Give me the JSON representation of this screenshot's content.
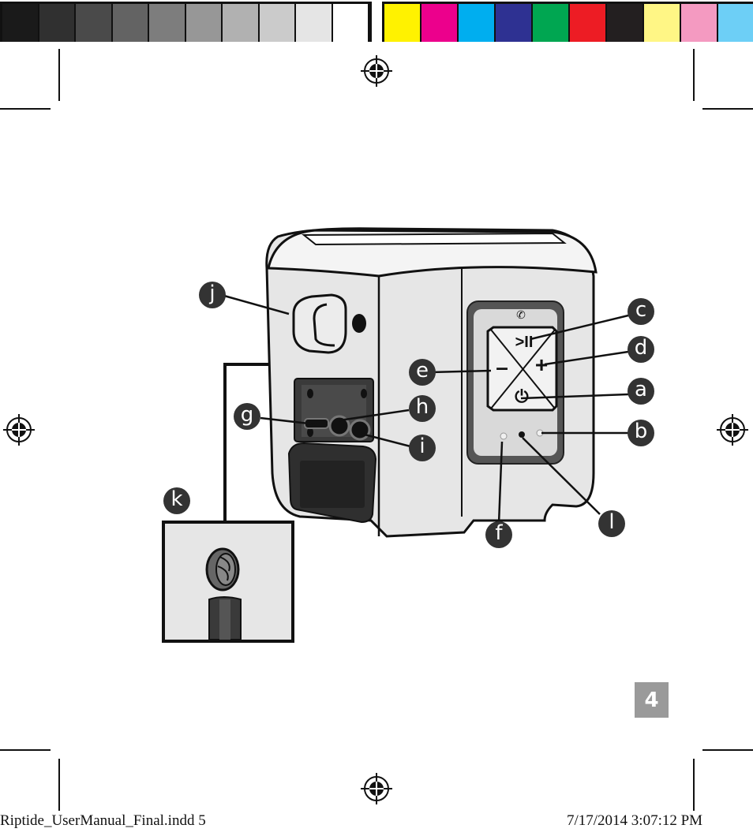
{
  "print_marks": {
    "grey_swatches": [
      "#1a1a1a",
      "#303030",
      "#4a4a4a",
      "#636363",
      "#7d7d7d",
      "#979797",
      "#b1b1b1",
      "#cbcbcb",
      "#e5e5e5",
      "#ffffff"
    ],
    "color_swatches": [
      "#fff200",
      "#ec008c",
      "#00aeef",
      "#2e3192",
      "#00a651",
      "#ed1c24",
      "#231f20",
      "#fff685",
      "#f49ac1",
      "#6dcff6"
    ]
  },
  "callouts": {
    "a": "a",
    "b": "b",
    "c": "c",
    "d": "d",
    "e": "e",
    "f": "f",
    "g": "g",
    "h": "h",
    "i": "i",
    "j": "j",
    "k": "k",
    "l": "l"
  },
  "page_number": "4",
  "slug": {
    "filename": "Riptide_UserManual_Final.indd   5",
    "datetime": "7/17/2014   3:07:12 PM"
  },
  "colors": {
    "callout_fill": "#333333",
    "page_badge": "#9a9a9a"
  }
}
